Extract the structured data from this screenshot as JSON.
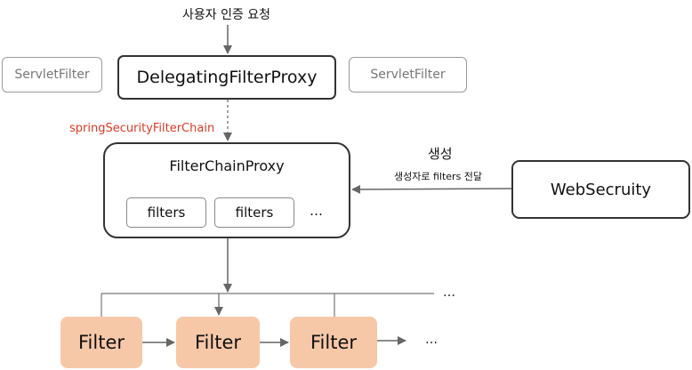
{
  "request_label": "사용자 인증 요청",
  "servlet_filter_left": "ServletFilter",
  "servlet_filter_right": "ServletFilter",
  "delegating_proxy": "DelegatingFilterProxy",
  "spring_chain_label": "springSecurityFilterChain",
  "filter_chain_proxy": {
    "title": "FilterChainProxy",
    "filters": [
      "filters",
      "filters"
    ],
    "ellipsis": "…"
  },
  "create_label": "생성",
  "pass_filters_label": "생성자로 filters 전달",
  "web_security": "WebSecruity",
  "filters_row": [
    "Filter",
    "Filter",
    "Filter"
  ],
  "row_ellipsis": "…",
  "bus_ellipsis": "…",
  "colors": {
    "accent_red": "#d93a26",
    "filter_fill": "#f7c8a8",
    "line": "#555555"
  }
}
